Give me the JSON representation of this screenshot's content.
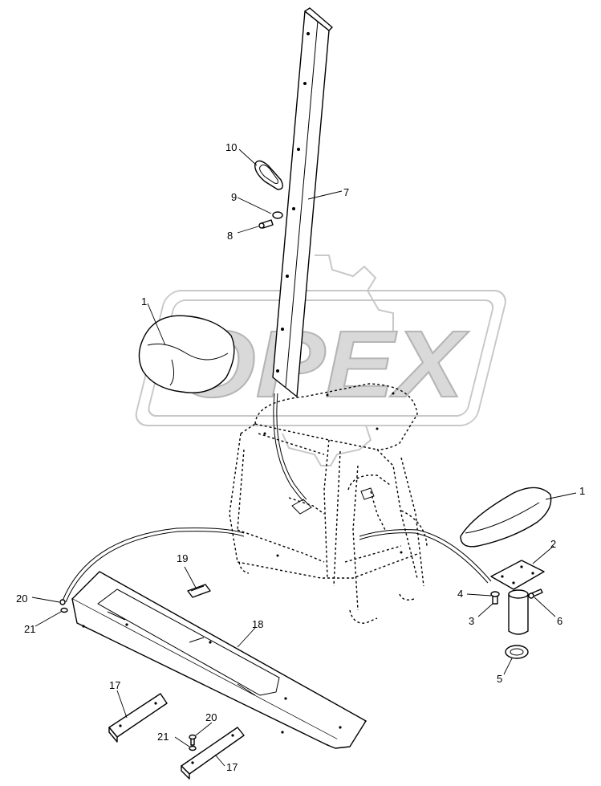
{
  "watermark": {
    "text": "OPEX"
  },
  "colors": {
    "line": "#000000",
    "background": "#ffffff",
    "watermark": "#c8c8c8"
  },
  "callouts": {
    "c1_left": "1",
    "c1_right": "1",
    "c2": "2",
    "c3": "3",
    "c4": "4",
    "c5": "5",
    "c6": "6",
    "c7": "7",
    "c8": "8",
    "c9": "9",
    "c10": "10",
    "c17_left": "17",
    "c17_right": "17",
    "c18": "18",
    "c19": "19",
    "c20_left": "20",
    "c20_bottom": "20",
    "c21_left": "21",
    "c21_bottom": "21"
  }
}
